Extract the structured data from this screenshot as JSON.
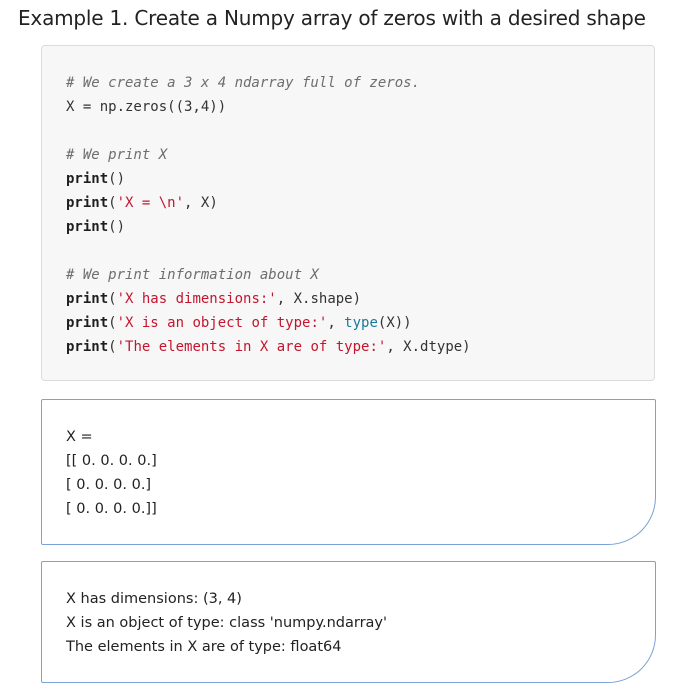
{
  "title": "Example 1. Create a Numpy array of zeros with a desired shape",
  "code": {
    "line1": "# We create a 3 x 4 ndarray full of zeros.",
    "line2_a": "X = np.zeros((3,4))",
    "line3": "# We print X",
    "line4_kw": "print",
    "line4_b": "()",
    "line5_kw": "print",
    "line5_b": "(",
    "line5_str": "'X = \\n'",
    "line5_c": ", X)",
    "line6_kw": "print",
    "line6_b": "()",
    "line7": "# We print information about X",
    "line8_kw": "print",
    "line8_b": "(",
    "line8_str": "'X has dimensions:'",
    "line8_c": ", X.shape)",
    "line9_kw": "print",
    "line9_b": "(",
    "line9_str": "'X is an object of type:'",
    "line9_c": ", ",
    "line9_fn": "type",
    "line9_d": "(X))",
    "line10_kw": "print",
    "line10_b": "(",
    "line10_str": "'The elements in X are of type:'",
    "line10_c": ", X.dtype)"
  },
  "output1": [
    "X =",
    "[[ 0. 0. 0. 0.]",
    "[ 0. 0. 0. 0.]",
    "[ 0. 0. 0. 0.]]"
  ],
  "output2": [
    "X has dimensions: (3, 4)",
    "X is an object of type: class 'numpy.ndarray'",
    "The elements in X are of type: float64"
  ]
}
